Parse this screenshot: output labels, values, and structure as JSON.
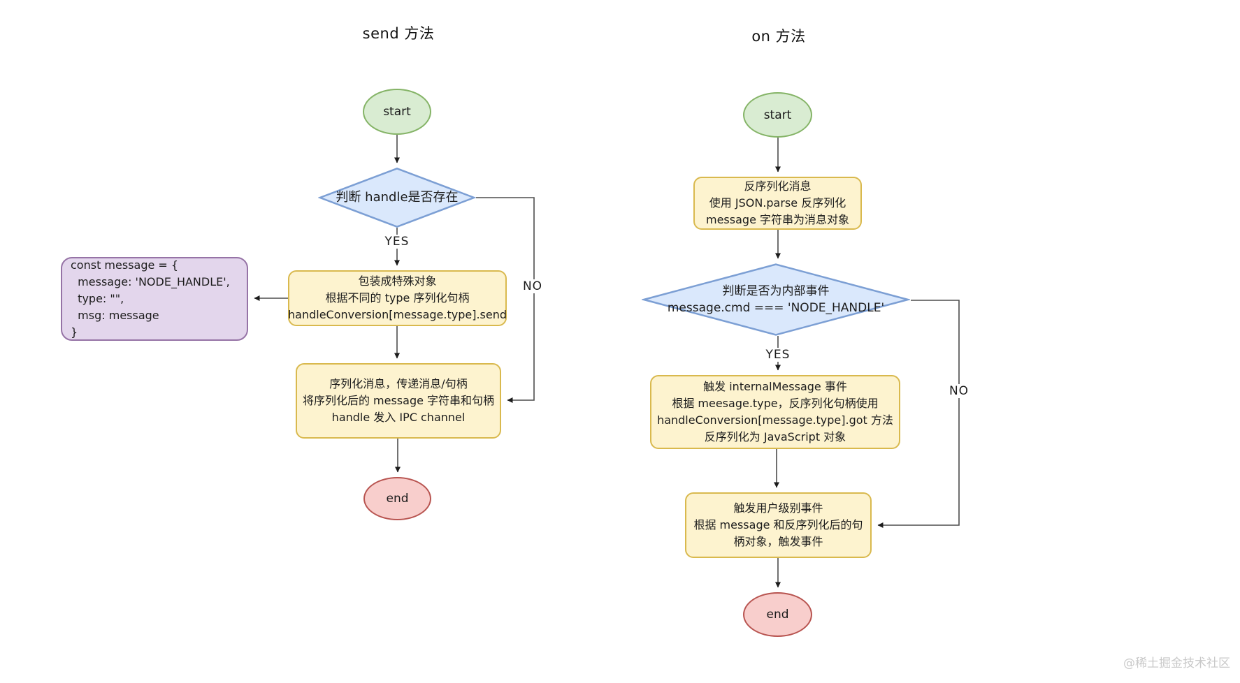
{
  "page": {
    "watermark": "@稀土掘金技术社区"
  },
  "colors": {
    "start_fill": "#d9ecd2",
    "start_stroke": "#85b467",
    "end_fill": "#f8cecc",
    "end_stroke": "#b85450",
    "process_fill": "#fdf3cf",
    "process_stroke": "#d9b94e",
    "decision_fill": "#dae8fc",
    "decision_stroke": "#7c9fd4",
    "note_fill": "#e3d6ec",
    "note_stroke": "#9673a6",
    "connector": "#4d4d4d"
  },
  "flows": [
    {
      "title": "send 方法",
      "nodes": {
        "start": "start",
        "decision": "判断 handle是否存在",
        "process1": "包装成特殊对象\n根据不同的 type 序列化句柄\nhandleConversion[message.type].send",
        "note": "const message = {\n  message: 'NODE_HANDLE',\n  type: \"\",\n  msg: message\n}",
        "process2": "序列化消息，传递消息/句柄\n将序列化后的 message 字符串和句柄\nhandle 发入 IPC channel",
        "end": "end"
      },
      "edges": {
        "yes": "YES",
        "no": "NO"
      }
    },
    {
      "title": "on 方法",
      "nodes": {
        "start": "start",
        "process1": "反序列化消息\n使用 JSON.parse 反序列化\nmessage 字符串为消息对象",
        "decision": "判断是否为内部事件\nmessage.cmd === 'NODE_HANDLE'",
        "process2": "触发 internalMessage 事件\n根据 meesage.type，反序列化句柄使用\nhandleConversion[message.type].got 方法\n反序列化为 JavaScript 对象",
        "process3": "触发用户级别事件\n根据 message 和反序列化后的句\n柄对象，触发事件",
        "end": "end"
      },
      "edges": {
        "yes": "YES",
        "no": "NO"
      }
    }
  ]
}
